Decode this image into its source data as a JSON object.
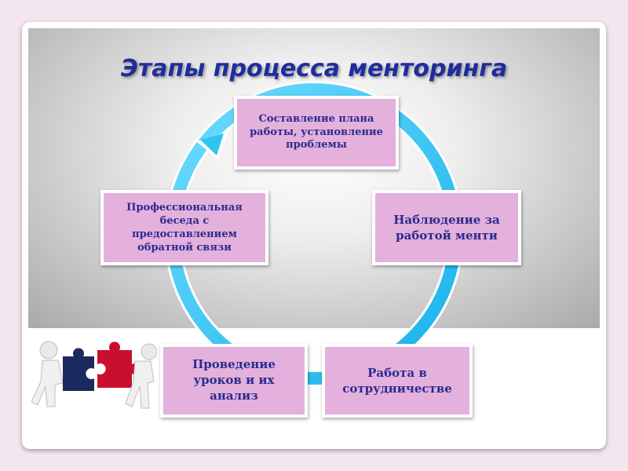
{
  "title": "Этапы процесса менторинга",
  "stages": [
    {
      "text": "Составление плана работы, установление проблемы"
    },
    {
      "text": "Наблюдение за работой менти"
    },
    {
      "text": "Профессиональная беседа с предоставлением обратной связи"
    },
    {
      "text": "Проведение уроков и их анализ"
    },
    {
      "text": "Работа в сотрудничестве"
    }
  ],
  "colors": {
    "title": "#1f2d9c",
    "box_fill": "#e4b0dc",
    "box_text": "#2b2b8f",
    "arrow": "#2fc4f2",
    "puzzle_red": "#c8102e",
    "puzzle_navy": "#1b2a5e"
  },
  "icons": {
    "cycle_arrow": "cycle-arrow-icon",
    "illustration": "puzzle-people-icon"
  }
}
